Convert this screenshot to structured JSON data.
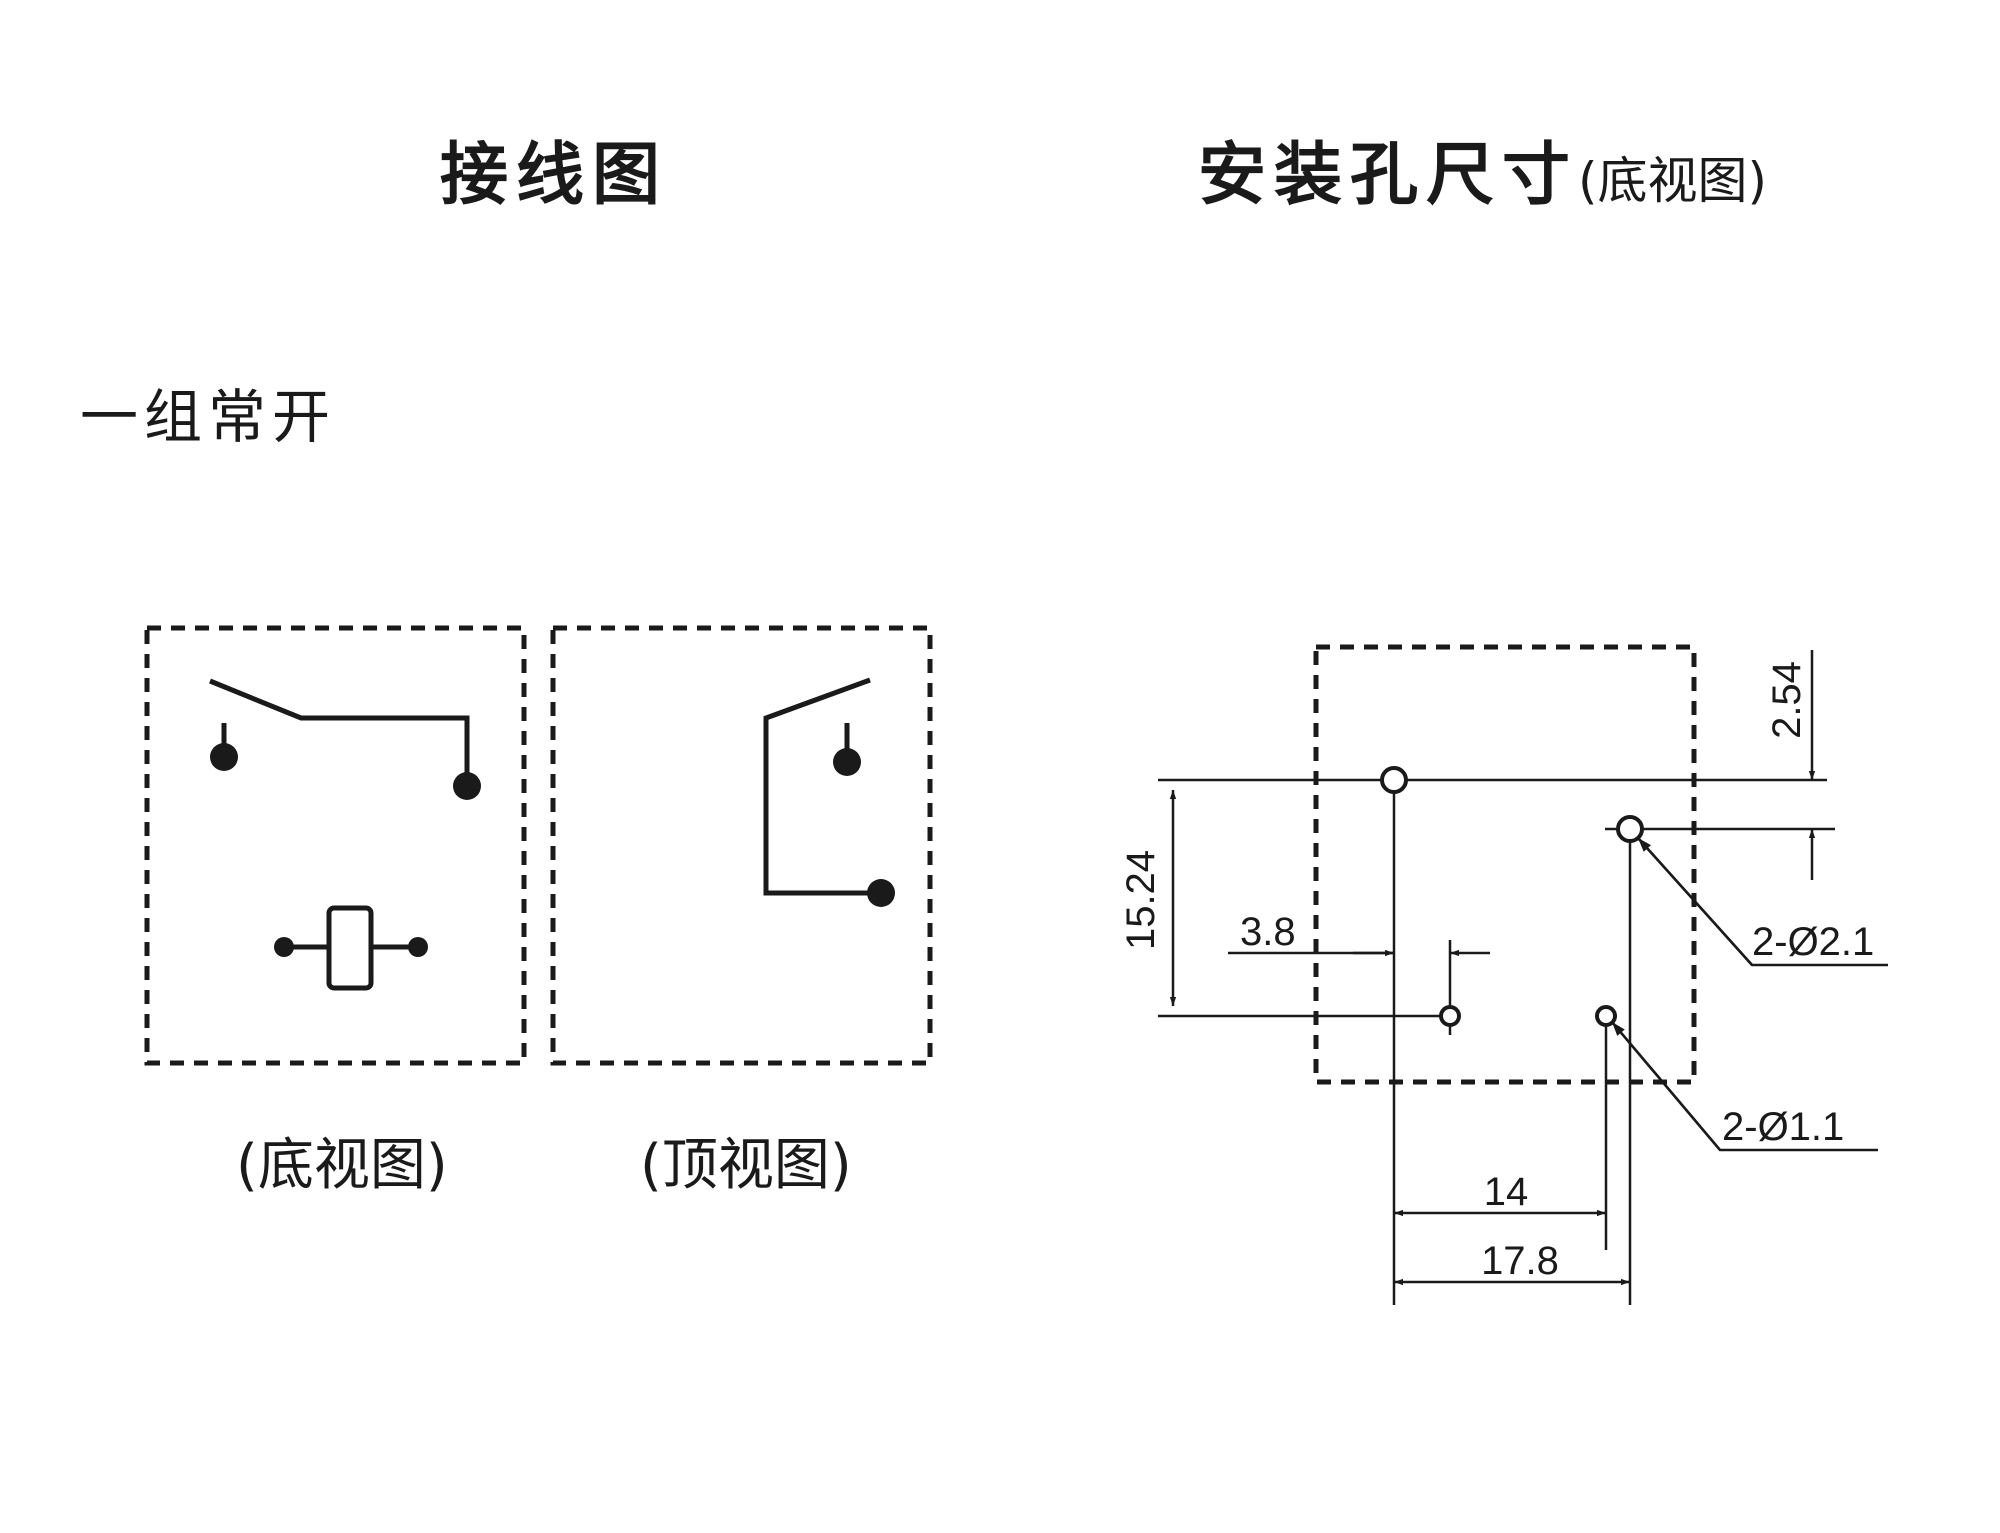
{
  "wiring_title": "接线图",
  "mounting_title": "安装孔尺寸",
  "mounting_view": "(底视图)",
  "contact_form": "一组常开",
  "caption_bottom_view": "(底视图)",
  "caption_top_view": "(顶视图)",
  "dimensions": {
    "pin_offset": "2.54",
    "row_spacing": "15.24",
    "coil_pin_offset": "3.8",
    "large_holes": "2-Ø2.1",
    "small_holes": "2-Ø1.1",
    "inner_span": "14",
    "outer_span": "17.8"
  }
}
